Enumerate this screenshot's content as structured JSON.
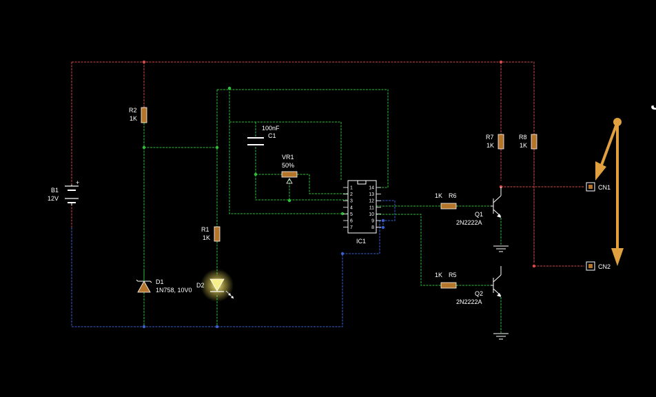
{
  "colors": {
    "background": "#000000",
    "power": "#d94a4a",
    "signal": "#2fbf3a",
    "ground": "#3a5fd0",
    "wire_gray": "#9a9a9a",
    "resistor": "#b4742a",
    "annotation": "#e0a040"
  },
  "annotation": {
    "text": "خرج المذبذب"
  },
  "components": {
    "b1": {
      "ref": "B1",
      "value": "12V"
    },
    "r2": {
      "ref": "R2",
      "value": "1K"
    },
    "r1": {
      "ref": "R1",
      "value": "1K"
    },
    "r7": {
      "ref": "R7",
      "value": "1K"
    },
    "r8": {
      "ref": "R8",
      "value": "1K"
    },
    "r6": {
      "ref": "R6",
      "value": "1K"
    },
    "r5": {
      "ref": "R5",
      "value": "1K"
    },
    "c1": {
      "ref": "C1",
      "value": "100nF"
    },
    "vr1": {
      "ref": "VR1",
      "value": "50%"
    },
    "d1": {
      "ref": "D1",
      "value": "1N758, 10V0"
    },
    "d2": {
      "ref": "D2"
    },
    "ic1": {
      "ref": "IC1",
      "pins": [
        "1",
        "2",
        "3",
        "4",
        "5",
        "6",
        "7",
        "8",
        "9",
        "10",
        "11",
        "12",
        "13",
        "14"
      ]
    },
    "q1": {
      "ref": "Q1",
      "value": "2N2222A"
    },
    "q2": {
      "ref": "Q2",
      "value": "2N2222A"
    },
    "cn1": {
      "ref": "CN1"
    },
    "cn2": {
      "ref": "CN2"
    }
  }
}
